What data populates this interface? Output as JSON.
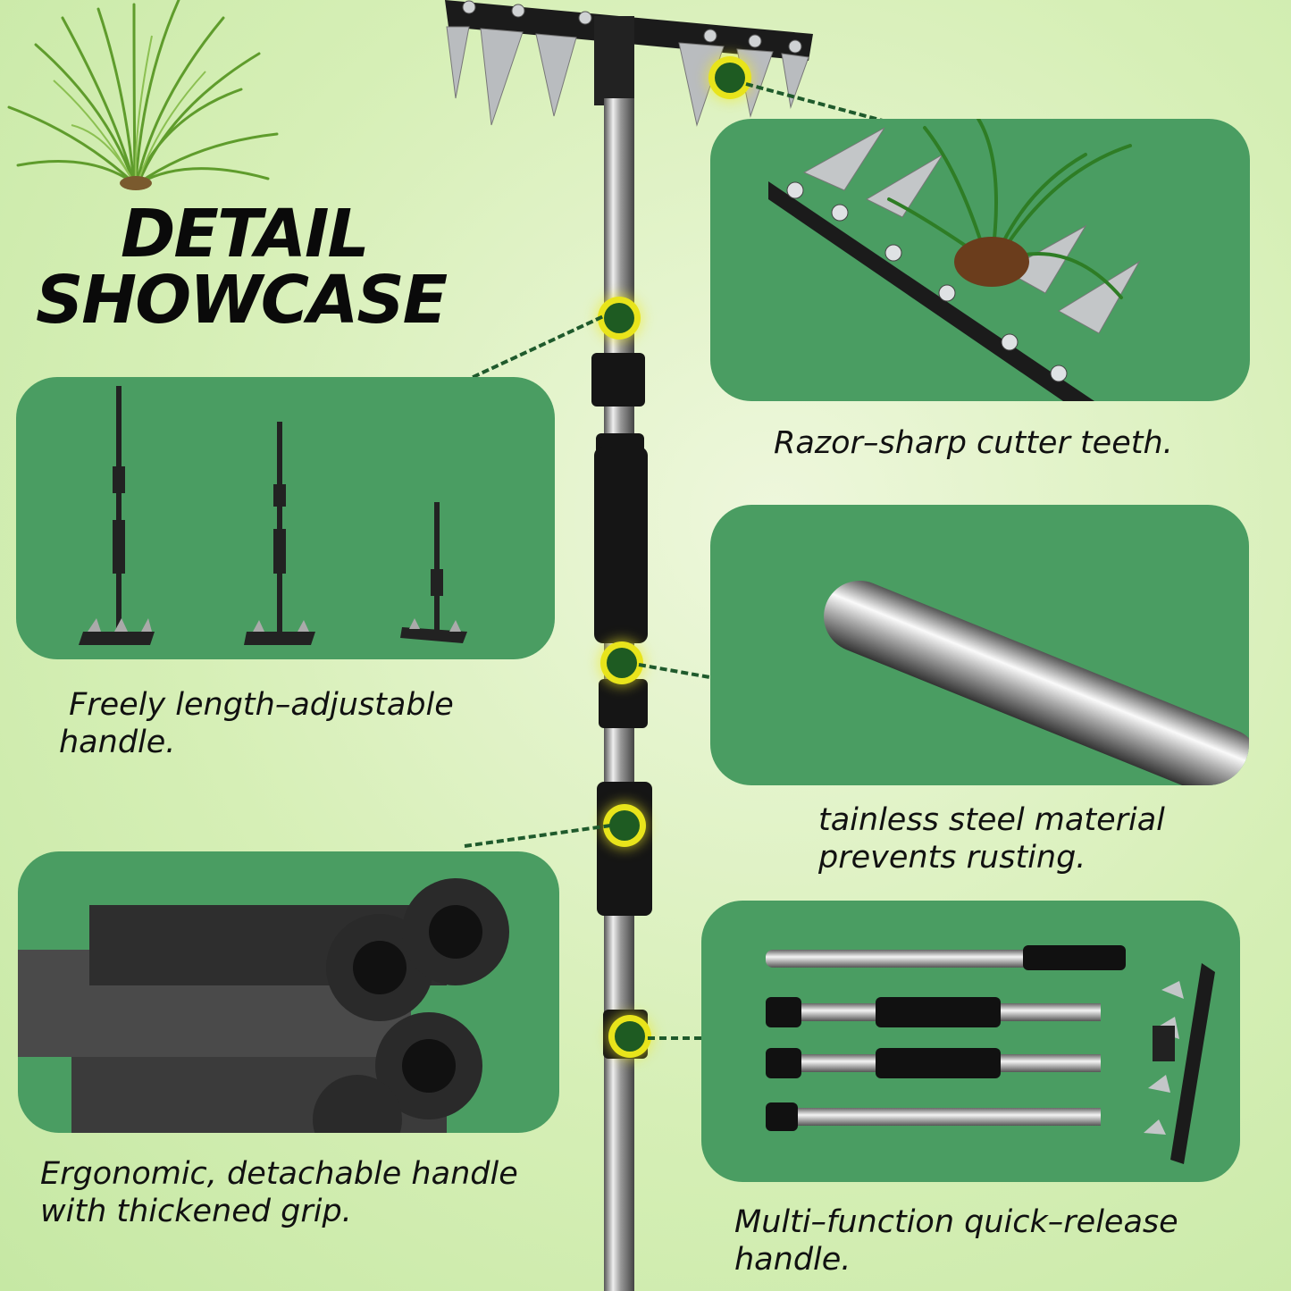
{
  "title": {
    "line1": "DETAIL",
    "line2": "SHOWCASE"
  },
  "features": [
    {
      "caption": "Razor–sharp cutter teeth."
    },
    {
      "caption": " Freely length–adjustable\nhandle."
    },
    {
      "caption": "tainless steel material\nprevents rusting."
    },
    {
      "caption": "Ergonomic, detachable handle\nwith thickened grip."
    },
    {
      "caption": "Multi–function quick–release\nhandle."
    }
  ],
  "colors": {
    "panel": "#4a9d62",
    "background": "#d6efb6",
    "highlight_dot": "#e8e41b",
    "connector": "#1f5a2c"
  },
  "icons": [
    "grass-clump",
    "rake-head",
    "steel-pole",
    "foam-grip-tubes",
    "rake-sizes",
    "rake-parts"
  ]
}
